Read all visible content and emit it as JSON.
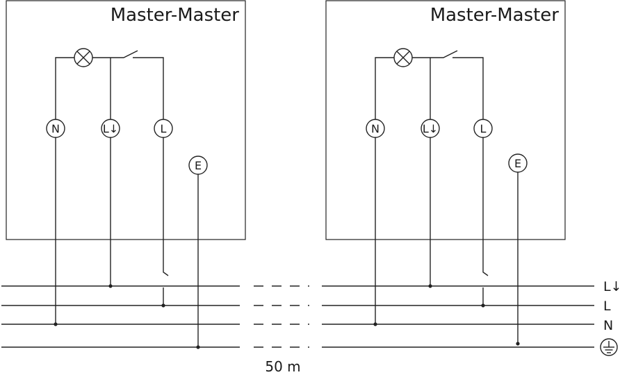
{
  "panels": [
    {
      "title": "Master-Master",
      "terminals": {
        "n": "N",
        "ld": "L↓",
        "l": "L",
        "e": "E"
      }
    },
    {
      "title": "Master-Master",
      "terminals": {
        "n": "N",
        "ld": "L↓",
        "l": "L",
        "e": "E"
      }
    }
  ],
  "rails": [
    "L↓",
    "L",
    "N"
  ],
  "earth_symbol": "earth-ground-icon",
  "distance_label": "50 m"
}
